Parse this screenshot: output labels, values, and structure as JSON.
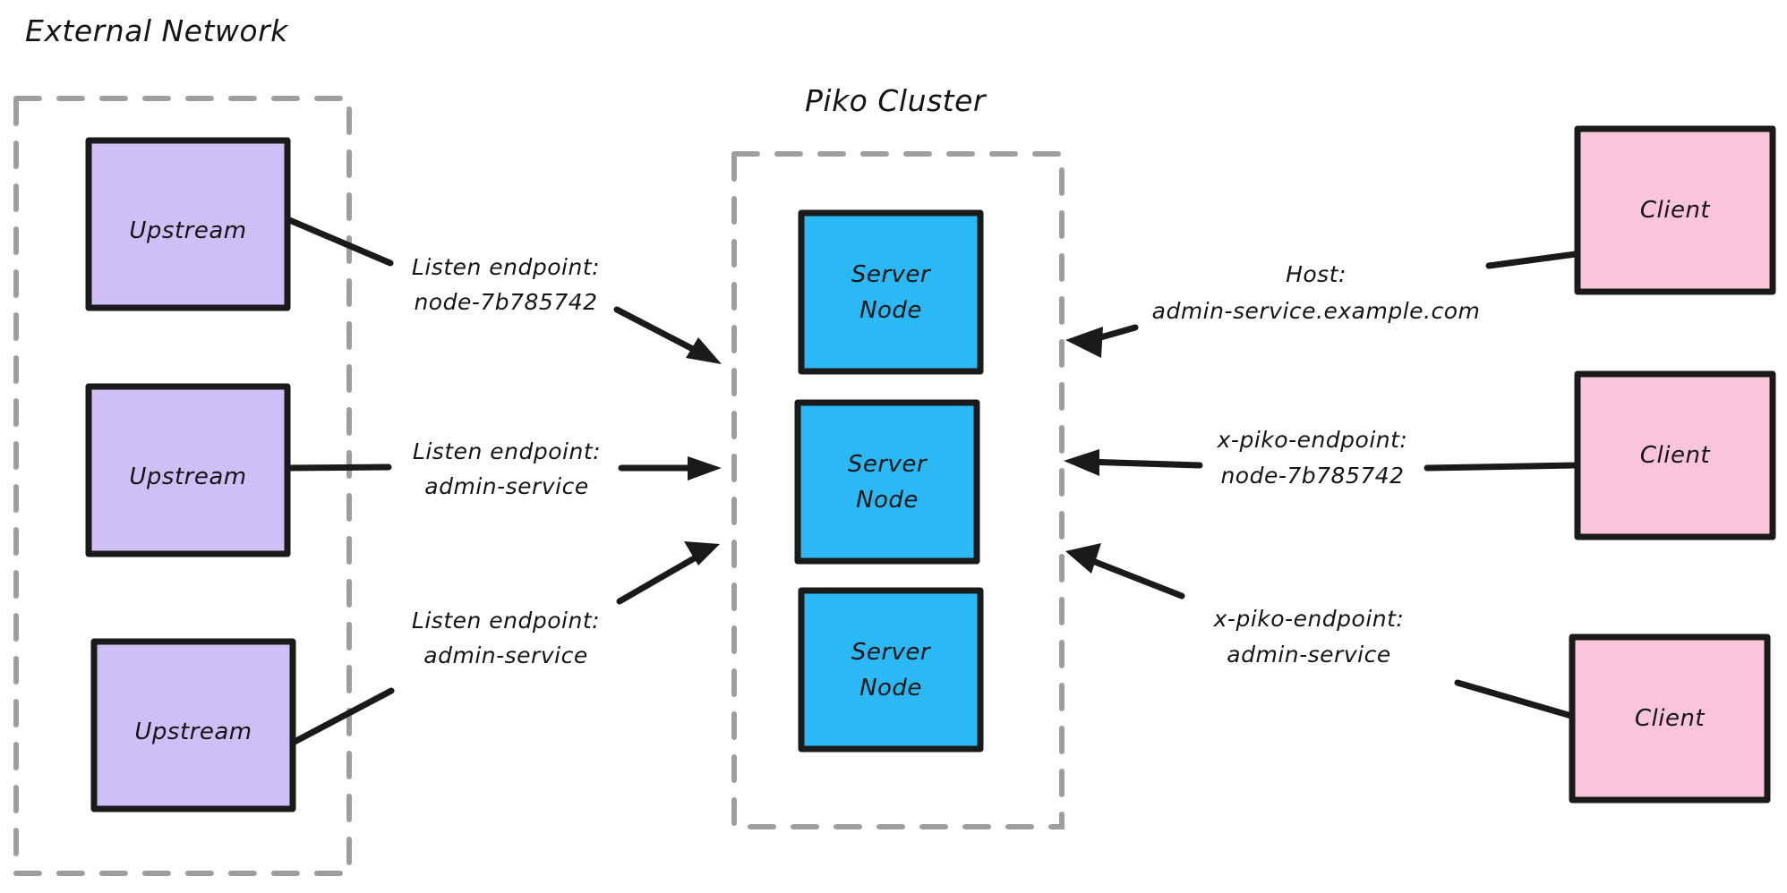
{
  "diagram": {
    "title_external": "External Network",
    "title_cluster": "Piko Cluster",
    "colors": {
      "upstream_fill": "#CEC0F7",
      "server_fill": "#2BB8F5",
      "client_fill": "#FAC5DB",
      "stroke": "#1a1a1a",
      "group_border": "#9e9e9e",
      "background": "#ffffff"
    },
    "external_network": {
      "label": "External Network",
      "upstreams": [
        {
          "label": "Upstream"
        },
        {
          "label": "Upstream"
        },
        {
          "label": "Upstream"
        }
      ]
    },
    "piko_cluster": {
      "label": "Piko Cluster",
      "server_nodes": [
        {
          "line1": "Server",
          "line2": "Node"
        },
        {
          "line1": "Server",
          "line2": "Node"
        },
        {
          "line1": "Server",
          "line2": "Node"
        }
      ]
    },
    "clients": [
      {
        "label": "Client"
      },
      {
        "label": "Client"
      },
      {
        "label": "Client"
      }
    ],
    "upstream_edges": [
      {
        "line1": "Listen endpoint:",
        "line2": "node-7b785742"
      },
      {
        "line1": "Listen endpoint:",
        "line2": "admin-service"
      },
      {
        "line1": "Listen endpoint:",
        "line2": "admin-service"
      }
    ],
    "client_edges": [
      {
        "line1": "Host:",
        "line2": "admin-service.example.com"
      },
      {
        "line1": "x-piko-endpoint:",
        "line2": "node-7b785742"
      },
      {
        "line1": "x-piko-endpoint:",
        "line2": "admin-service"
      }
    ]
  }
}
